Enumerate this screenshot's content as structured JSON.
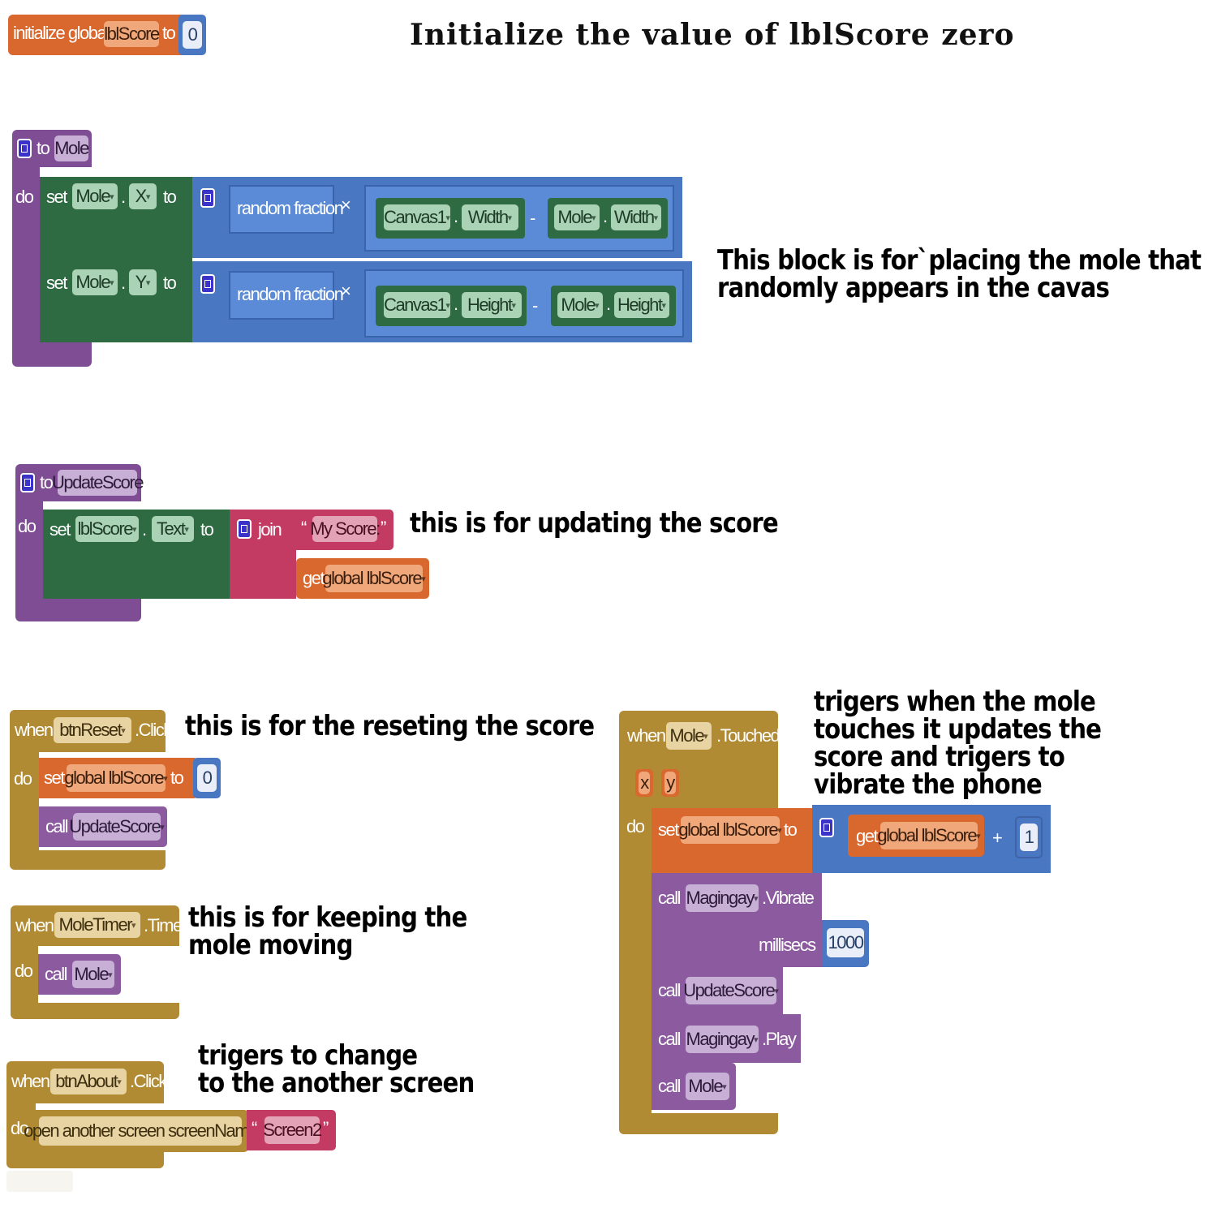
{
  "title": "Initialize the value of lblScore zero",
  "init_block": {
    "initialize_global": "initialize global",
    "var_name": "lblScore",
    "to": "to",
    "value": "0"
  },
  "mole_proc": {
    "to": "to",
    "name": "Mole",
    "do": "do",
    "set_x": {
      "set": "set",
      "component": "Mole",
      "property": "X",
      "to": "to"
    },
    "set_y": {
      "set": "set",
      "component": "Mole",
      "property": "Y",
      "to": "to"
    },
    "random_fraction": "random fraction",
    "times": "×",
    "minus": "-",
    "canvas": "Canvas1",
    "width": "Width",
    "height": "Height",
    "mole": "Mole"
  },
  "note_mole": [
    "This block is for`placing the mole that",
    "randomly appears in the cavas"
  ],
  "update_proc": {
    "to": "to",
    "name": "UpdateScore",
    "do": "do",
    "set": "set",
    "component": "lblScore",
    "property": "Text",
    "set_to": "to",
    "join": "join",
    "text": "My Score:",
    "get": "get",
    "var": "global lblScore"
  },
  "note_update": "this is for updating the score",
  "reset_event": {
    "when": "when",
    "component": "btnReset",
    "event": ".Click",
    "do": "do",
    "set": "set",
    "var": "global lblScore",
    "to": "to",
    "value": "0",
    "call": "call",
    "proc": "UpdateScore"
  },
  "note_reset": "this is for the reseting the score",
  "timer_event": {
    "when": "when",
    "component": "MoleTimer",
    "event": ".Timer",
    "do": "do",
    "call": "call",
    "proc": "Mole"
  },
  "note_timer": [
    "this is for keeping the",
    "mole moving"
  ],
  "about_event": {
    "when": "when",
    "component": "btnAbout",
    "event": ".Click",
    "do": "do",
    "open": "open another screen  screenName",
    "screen": "Screen2"
  },
  "note_about": [
    "trigers to change",
    "to the another screen"
  ],
  "touched_event": {
    "when": "when",
    "component": "Mole",
    "event": ".Touched",
    "param_x": "x",
    "param_y": "y",
    "do": "do",
    "set": "set",
    "var": "global lblScore",
    "to": "to",
    "get": "get",
    "get_var": "global lblScore",
    "plus": "+",
    "one": "1",
    "call": "call",
    "vibrate_comp": "Magingay",
    "vibrate": ".Vibrate",
    "millisecs": "millisecs",
    "ms_value": "1000",
    "update_proc": "UpdateScore",
    "play_comp": "Magingay",
    "play": ".Play",
    "mole_proc": "Mole"
  },
  "note_touched": [
    "trigers when the mole",
    "touches it updates the",
    "score and trigers to",
    "vibrate the phone"
  ],
  "colors": {
    "procedure": "#7f4d94",
    "setter": "#2e6a42",
    "math": "#4a77c2",
    "variable": "#d9682e",
    "event": "#b18b34",
    "text": "#c33a63"
  }
}
